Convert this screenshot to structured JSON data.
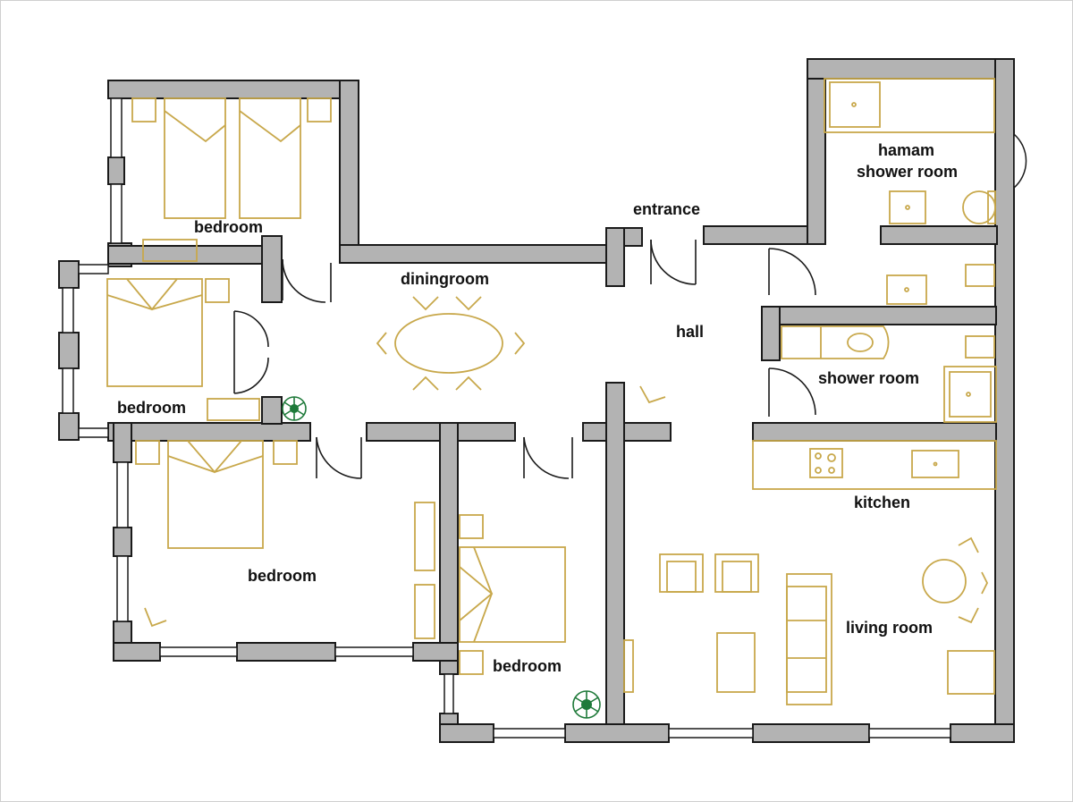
{
  "colors": {
    "wall_fill": "#b3b3b3",
    "wall_stroke": "#1a1a1a",
    "furniture": "#c8a84b",
    "plants": "#1f7a3a",
    "background": "#ffffff"
  },
  "rooms": {
    "bedroom_top": "bedroom",
    "bedroom_west": "bedroom",
    "bedroom_sw": "bedroom",
    "bedroom_south": "bedroom",
    "diningroom": "diningroom",
    "entrance": "entrance",
    "hall": "hall",
    "hamam_line1": "hamam",
    "hamam_line2": "shower room",
    "shower_room": "shower room",
    "kitchen": "kitchen",
    "living_room": "living room"
  },
  "icons": [
    "bed-icon",
    "table-icon",
    "chair-icon",
    "sofa-icon",
    "armchair-icon",
    "bathtub-icon",
    "toilet-icon",
    "sink-icon",
    "stove-icon",
    "plant-icon",
    "door-swing-icon"
  ]
}
